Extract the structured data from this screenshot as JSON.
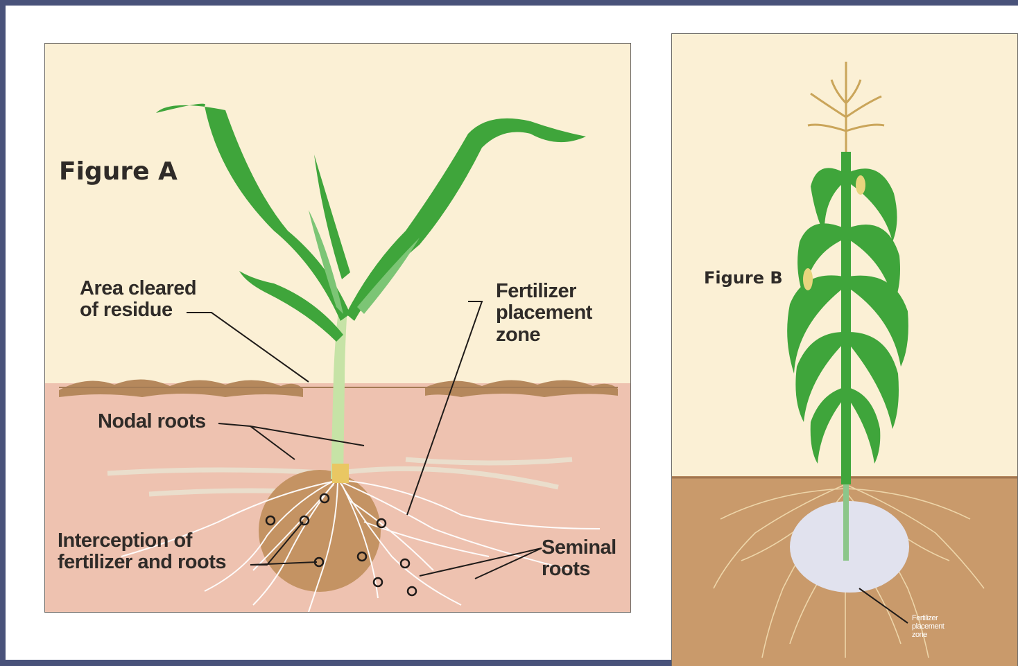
{
  "figure_a": {
    "title": "Figure A",
    "labels": {
      "area_cleared": "Area cleared\nof residue",
      "fertilizer_zone": "Fertilizer\nplacement\nzone",
      "nodal_roots": "Nodal roots",
      "interception": "Interception of\nfertilizer and roots",
      "seminal_roots": "Seminal\nroots"
    }
  },
  "figure_b": {
    "title": "Figure B",
    "labels": {
      "fertilizer_zone": "Fertilizer\nplacement\nzone"
    }
  },
  "colors": {
    "background": "#49527a",
    "panel": "#fbf0d5",
    "soil_a": "#eec2b0",
    "soil_b": "#c99a6b",
    "residue": "#b5885c",
    "leaf": "#3fa53b",
    "stem": "#c6e3a6",
    "fertilizer_zone_a": "#c49363",
    "fertilizer_zone_b": "#e1e2ee",
    "label_text": "#2f2b28"
  }
}
